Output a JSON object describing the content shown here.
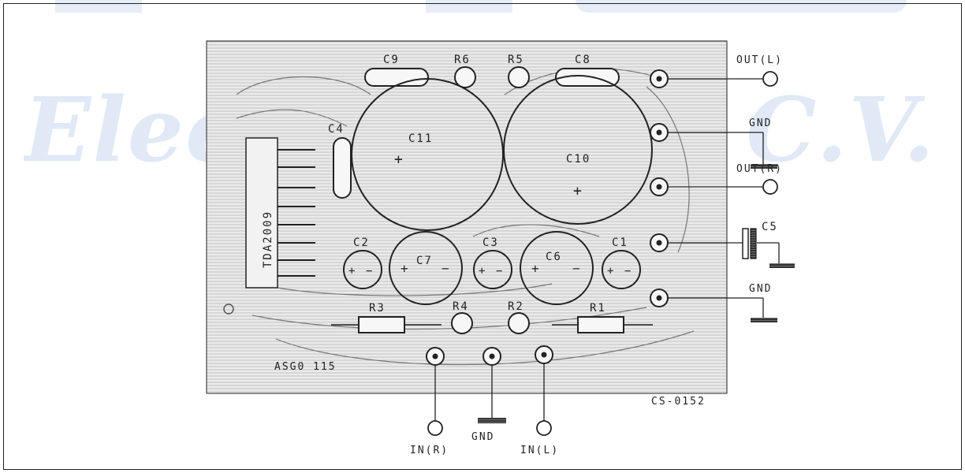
{
  "watermark": "Electr S.A. de C.V.",
  "colors": {
    "ink": "#222222",
    "board": "#f7f7f7",
    "hatch": "#9a9a9a",
    "watermark": "#c8d8ee"
  },
  "board": {
    "chip": "TDA2009",
    "part_number": "CS-0152",
    "stamp": "ASG0 115"
  },
  "components": {
    "c9": "C9",
    "c8": "C8",
    "r6": "R6",
    "r5": "R5",
    "c4": "C4",
    "c11": "C11",
    "c10": "C10",
    "c2": "C2",
    "c7": "C7",
    "c3": "C3",
    "c6": "C6",
    "c1": "C1",
    "r3": "R3",
    "r4": "R4",
    "r2": "R2",
    "r1": "R1",
    "c5": "C5"
  },
  "terminals": {
    "out_l": "OUT(L)",
    "gnd_top": "GND",
    "out_r": "OUT(R)",
    "gnd_right": "GND",
    "in_r": "IN(R)",
    "gnd_bottom": "GND",
    "in_l": "IN(L)"
  }
}
